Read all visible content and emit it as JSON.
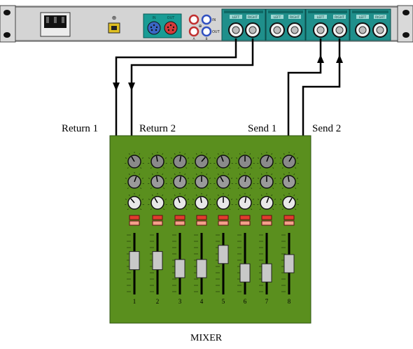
{
  "rack": {
    "midi_in": "IN",
    "midi_out": "OUT",
    "rca_in": "IN",
    "rca_out": "OUT",
    "rca_a": "A",
    "rca_b": "B",
    "jack_labels": [
      "LEFT",
      "RIGHT",
      "LEFT",
      "RIGHT",
      "LEFT",
      "RIGHT",
      "LEFT",
      "RIGHT"
    ]
  },
  "labels": {
    "return1": "Return 1",
    "return2": "Return 2",
    "send1": "Send 1",
    "send2": "Send 2",
    "mixer": "MIXER"
  },
  "mixer": {
    "channels": [
      "1",
      "2",
      "3",
      "4",
      "5",
      "6",
      "7",
      "8"
    ],
    "fader_levels": [
      0.55,
      0.55,
      0.42,
      0.42,
      0.65,
      0.35,
      0.35,
      0.5
    ]
  },
  "colors": {
    "panel": "#d4d4d4",
    "mixer_green": "#5a8f1e",
    "jack_teal": "#1f8f8b",
    "midi_teal": "#199c95",
    "mute_red": "#e23b2e",
    "wire": "#000000"
  }
}
